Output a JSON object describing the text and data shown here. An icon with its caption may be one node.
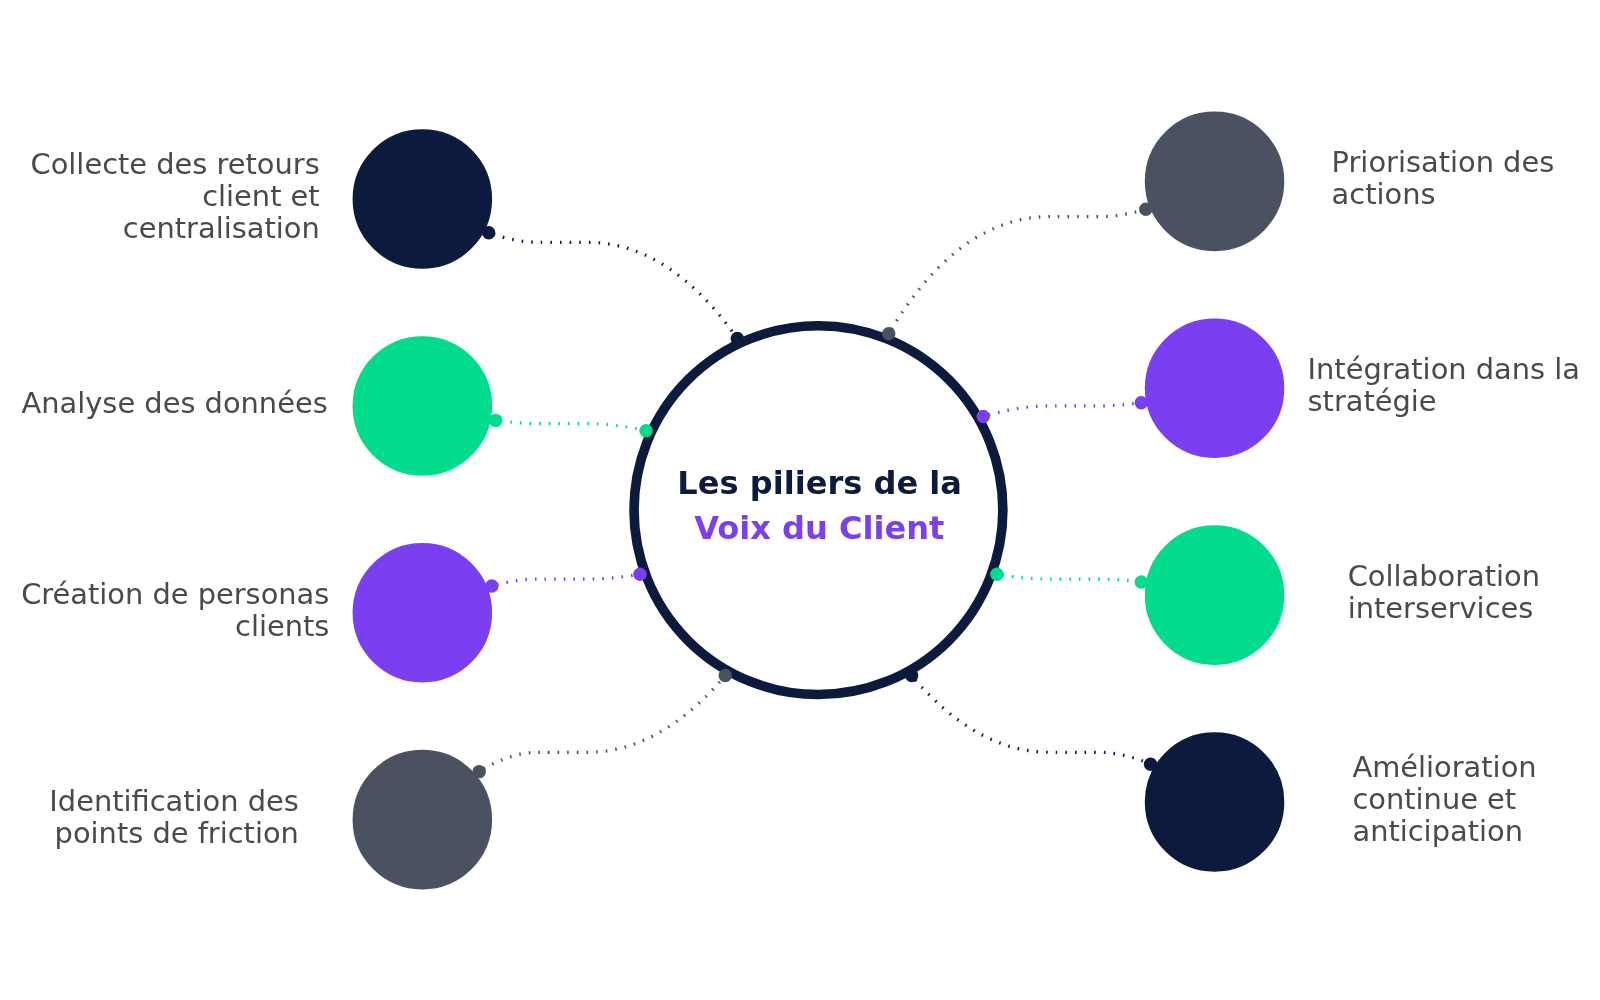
{
  "diagram": {
    "nodes": [
      {
        "text": [
          "Les piliers de la",
          "Voix du Client"
        ]
      },
      {
        "text": [],
        "shape": "circle",
        "beside": [
          "Collecte des retours client et centralisation"
        ]
      },
      {
        "text": [],
        "shape": "circle",
        "beside": [
          "Analyse des données"
        ]
      },
      {
        "text": [],
        "shape": "circle",
        "beside": [
          "Création de personas clients"
        ]
      },
      {
        "text": [],
        "shape": "circle",
        "beside": [
          "Identification des points de friction"
        ]
      },
      {
        "text": [],
        "shape": "circle",
        "beside": [
          "Priorisation des actions"
        ]
      },
      {
        "text": [],
        "shape": "circle",
        "beside": [
          "Intégration dans la stratégie"
        ]
      },
      {
        "text": [],
        "shape": "circle",
        "beside": [
          "Collaboration interservices"
        ]
      },
      {
        "text": [],
        "shape": "circle",
        "beside": [
          "Amélioration continue et anticipation"
        ]
      }
    ],
    "edges": [
      {
        "from": 1,
        "to": 0,
        "arrow": "other",
        "style": "dashed",
        "color": "#0b1a3d"
      },
      {
        "from": 2,
        "to": 0,
        "arrow": "other",
        "style": "dashed",
        "color": "#00dc8c"
      },
      {
        "from": 3,
        "to": 0,
        "arrow": "other",
        "style": "dashed",
        "color": "#7b3ff2"
      },
      {
        "from": 4,
        "to": 0,
        "arrow": "other",
        "style": "dashed",
        "color": "#4a5262"
      },
      {
        "from": 0,
        "to": 5,
        "arrow": "other",
        "style": "dashed",
        "color": "#4a5262"
      },
      {
        "from": 0,
        "to": 6,
        "arrow": "other",
        "style": "dashed",
        "color": "#7b3ff2"
      },
      {
        "from": 0,
        "to": 7,
        "arrow": "other",
        "style": "dashed",
        "color": "#00dc8c"
      },
      {
        "from": 0,
        "to": 8,
        "arrow": "other",
        "style": "dashed",
        "color": "#0b1a3d"
      }
    ]
  }
}
